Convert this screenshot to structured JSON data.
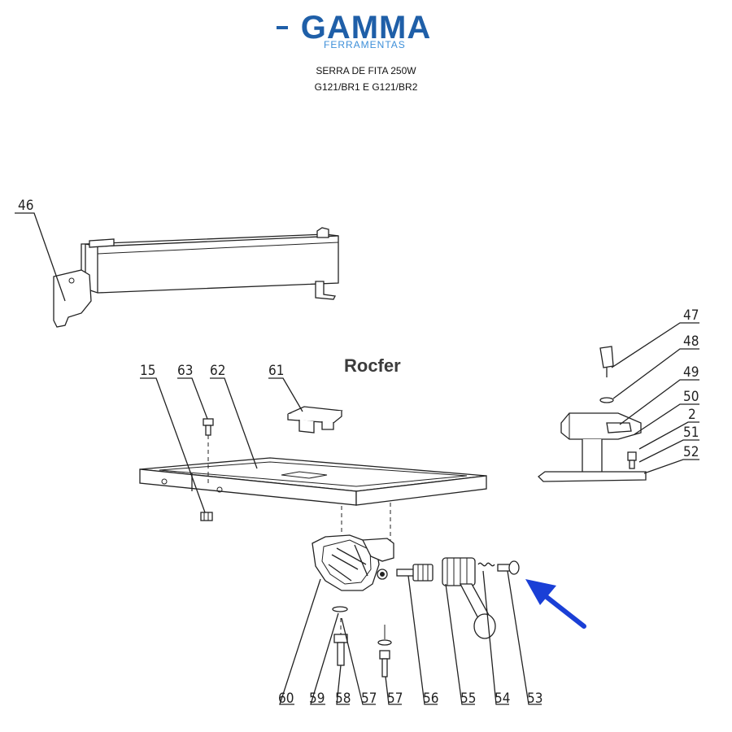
{
  "header": {
    "logo_text": "GAMMA",
    "logo_subtext": "FERRAMENTAS",
    "product": "SERRA DE FITA 250W",
    "models": "G121/BR1 E G121/BR2"
  },
  "watermark": "Rocfer",
  "parts": [
    {
      "id": "46",
      "label": "46"
    },
    {
      "id": "15",
      "label": "15"
    },
    {
      "id": "63",
      "label": "63"
    },
    {
      "id": "62",
      "label": "62"
    },
    {
      "id": "61",
      "label": "61"
    },
    {
      "id": "47",
      "label": "47"
    },
    {
      "id": "48",
      "label": "48"
    },
    {
      "id": "49",
      "label": "49"
    },
    {
      "id": "50",
      "label": "50"
    },
    {
      "id": "2",
      "label": "2"
    },
    {
      "id": "51",
      "label": "51"
    },
    {
      "id": "52",
      "label": "52"
    },
    {
      "id": "60",
      "label": "60"
    },
    {
      "id": "59",
      "label": "59"
    },
    {
      "id": "58",
      "label": "58"
    },
    {
      "id": "57a",
      "label": "57"
    },
    {
      "id": "57b",
      "label": "57"
    },
    {
      "id": "56",
      "label": "56"
    },
    {
      "id": "55",
      "label": "55"
    },
    {
      "id": "54",
      "label": "54"
    },
    {
      "id": "53",
      "label": "53"
    }
  ],
  "colors": {
    "brand": "#1f5fa8",
    "brand_light": "#3d8fd9",
    "pointer_arrow": "#1a3fd6",
    "line": "#222222"
  }
}
